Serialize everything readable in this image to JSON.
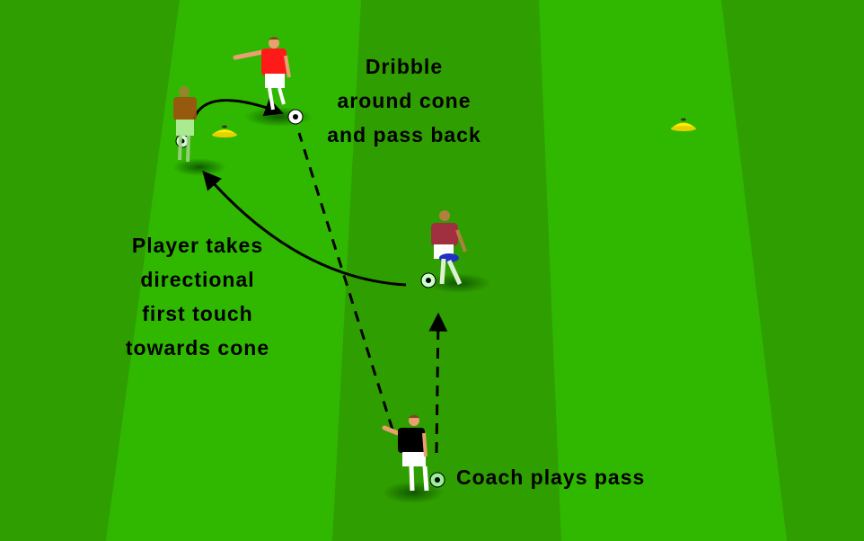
{
  "diagram": {
    "type": "soccer-drill",
    "colors": {
      "stripe_dark": "#2f9e00",
      "stripe_light": "#30b800",
      "cone": "#ffee00",
      "arrow": "#000000"
    },
    "labels": {
      "dribble": [
        "Dribble",
        "around cone",
        "and pass back"
      ],
      "first_touch": [
        "Player takes",
        "directional",
        "first touch",
        "towards cone"
      ],
      "coach": "Coach plays pass"
    },
    "players": [
      {
        "role": "red-player",
        "shirt": "#ff1a1a",
        "shorts": "#ffffff"
      },
      {
        "role": "brown-player",
        "shirt": "#a05010",
        "shorts": "#b8f0a0"
      },
      {
        "role": "maroon-player",
        "shirt": "#a03040",
        "shorts": "#ffffff"
      },
      {
        "role": "coach",
        "shirt": "#000000",
        "shorts": "#ffffff"
      }
    ],
    "cones": [
      {
        "color": "yellow",
        "position": "left"
      },
      {
        "color": "yellow",
        "position": "right"
      }
    ],
    "arrows": [
      {
        "style": "dashed",
        "from": "coach",
        "to": "red-player-ball"
      },
      {
        "style": "dashed",
        "from": "coach",
        "to": "maroon-player"
      },
      {
        "style": "solid-curve",
        "from": "maroon-player",
        "to": "brown-player"
      },
      {
        "style": "solid-curve",
        "from": "brown-player",
        "to": "red-player"
      }
    ]
  }
}
